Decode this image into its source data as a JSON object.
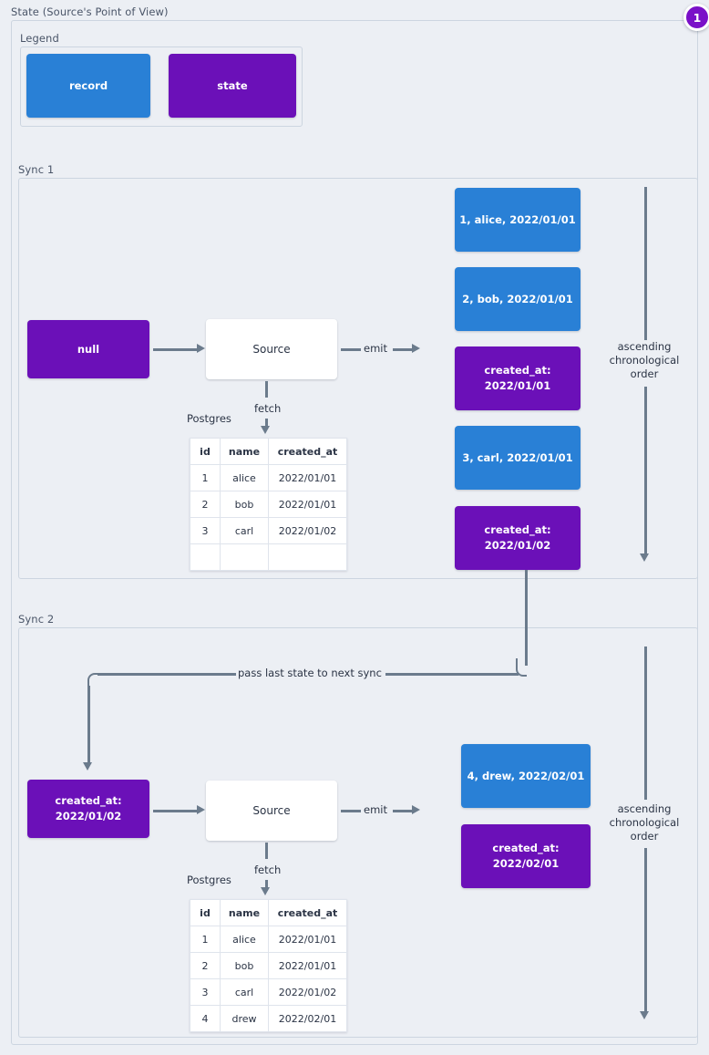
{
  "page": {
    "title": "State (Source's Point of View)",
    "badge": "1",
    "colors": {
      "record": "#2980d6",
      "state": "#6b10b8",
      "background": "#eceff4",
      "border": "#ccd5e0",
      "connector": "#6b7b8c",
      "badge": "#7a10c8"
    }
  },
  "legend": {
    "label": "Legend",
    "items": [
      {
        "label": "record",
        "kind": "record"
      },
      {
        "label": "state",
        "kind": "state"
      }
    ]
  },
  "sync1": {
    "label": "Sync 1",
    "input_state": "null",
    "source": "Source",
    "fetch_label": "fetch",
    "emit_label": "emit",
    "db_label": "Postgres",
    "order_label": "ascending\nchronological\norder",
    "order_line1": "ascending",
    "order_line2": "chronological",
    "order_line3": "order",
    "table": {
      "columns": [
        "id",
        "name",
        "created_at"
      ],
      "rows": [
        [
          "1",
          "alice",
          "2022/01/01"
        ],
        [
          "2",
          "bob",
          "2022/01/01"
        ],
        [
          "3",
          "carl",
          "2022/01/02"
        ],
        [
          "",
          "",
          ""
        ]
      ]
    },
    "emitted": [
      {
        "kind": "record",
        "line1": "1, alice, 2022/01/01",
        "line2": ""
      },
      {
        "kind": "record",
        "line1": "2, bob, 2022/01/01",
        "line2": ""
      },
      {
        "kind": "state",
        "line1": "created_at:",
        "line2": "2022/01/01"
      },
      {
        "kind": "record",
        "line1": "3, carl, 2022/01/01",
        "line2": ""
      },
      {
        "kind": "state",
        "line1": "created_at:",
        "line2": "2022/01/02"
      }
    ]
  },
  "sync2": {
    "label": "Sync 2",
    "pass_state_label": "pass last state to next sync",
    "input_state_line1": "created_at:",
    "input_state_line2": "2022/01/02",
    "source": "Source",
    "fetch_label": "fetch",
    "emit_label": "emit",
    "db_label": "Postgres",
    "order_line1": "ascending",
    "order_line2": "chronological",
    "order_line3": "order",
    "table": {
      "columns": [
        "id",
        "name",
        "created_at"
      ],
      "rows": [
        [
          "1",
          "alice",
          "2022/01/01"
        ],
        [
          "2",
          "bob",
          "2022/01/01"
        ],
        [
          "3",
          "carl",
          "2022/01/02"
        ],
        [
          "4",
          "drew",
          "2022/02/01"
        ]
      ]
    },
    "emitted": [
      {
        "kind": "record",
        "line1": "4, drew, 2022/02/01",
        "line2": ""
      },
      {
        "kind": "state",
        "line1": "created_at:",
        "line2": "2022/02/01"
      }
    ]
  }
}
